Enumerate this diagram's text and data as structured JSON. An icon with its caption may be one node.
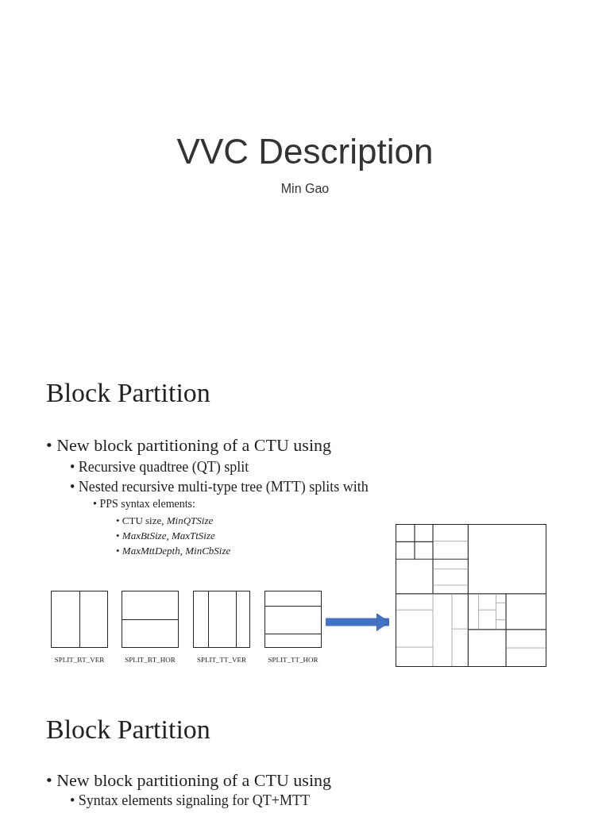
{
  "diagram": {
    "nodes": [
      {
        "text": [],
        "shape": "box",
        "beside": [
          "SPLIT_BT_VER"
        ]
      },
      {
        "text": [],
        "shape": "box",
        "beside": [
          "SPLIT_BT_HOR"
        ]
      },
      {
        "text": [],
        "shape": "box",
        "beside": [
          "SPLIT_TT_VER"
        ]
      },
      {
        "text": [],
        "shape": "box",
        "beside": [
          "SPLIT_TT_HOR"
        ]
      },
      {
        "text": [],
        "shape": "picture"
      }
    ],
    "edges": [
      {
        "from": 3,
        "to": 4,
        "arrow": "to",
        "color": "#4472c4"
      }
    ],
    "labels": [
      "VVC Description",
      "Min Gao",
      "Block Partition",
      "• New block partitioning of a CTU using",
      "• Recursive quadtree (QT) split",
      "• Nested recursive multi-type tree (MTT) splits with",
      "• PPS syntax elements:",
      "• CTU size, *MinQTSize*",
      "•  *MaxBtSize, MaxTtSize*",
      "• *MaxMttDepth, MinCbSize*",
      "Block Partition",
      "• New block partitioning of a CTU using",
      "• Syntax elements signaling for QT+MTT"
    ]
  }
}
